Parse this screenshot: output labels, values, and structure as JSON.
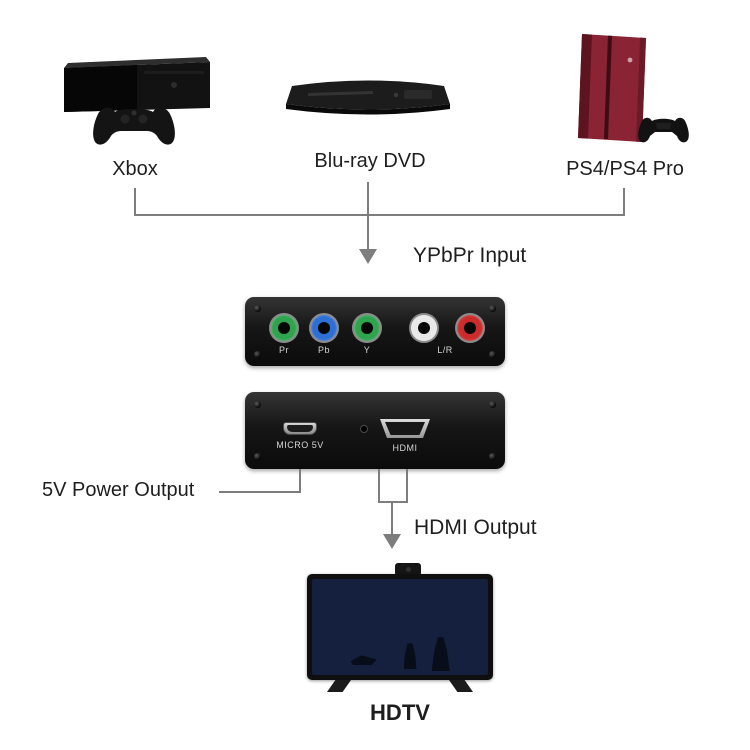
{
  "sources": [
    {
      "name": "xbox",
      "label": "Xbox"
    },
    {
      "name": "bluray",
      "label": "Blu-ray DVD"
    },
    {
      "name": "ps4",
      "label": "PS4/PS4 Pro"
    }
  ],
  "converter": {
    "input_label": "YPbPr Input",
    "front": {
      "port_labels": {
        "pr": "Pr",
        "pb": "Pb",
        "y": "Y",
        "lr": "L/R"
      },
      "port_colors": {
        "pr": "#2fa44e",
        "pb": "#2e6fd6",
        "y": "#2fa44e",
        "audio_left": "#e9e9e9",
        "audio_right": "#cc2b2b"
      },
      "body_color": "#161616"
    },
    "back": {
      "power_port_label": "MICRO 5V",
      "hdmi_port_label": "HDMI"
    },
    "power_label": "5V Power Output",
    "output_label": "HDMI Output"
  },
  "display": {
    "label": "HDTV"
  },
  "colors": {
    "line": "#7d7d7d",
    "ps4_body": "#8a2434",
    "text": "#1e1e1e"
  }
}
